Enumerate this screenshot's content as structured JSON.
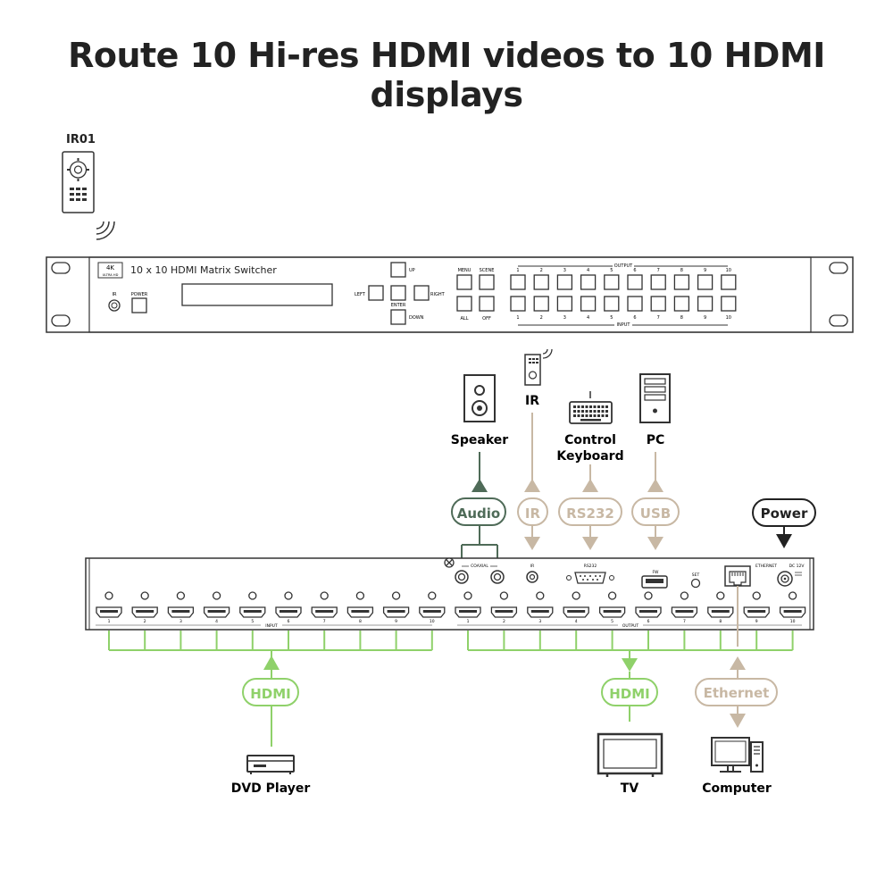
{
  "title": "Route 10 Hi-res HDMI videos to 10 HDMI displays",
  "remote": {
    "label": "IR01"
  },
  "front_panel": {
    "logo_4k": "4K",
    "logo_sub": "ULTRA HD",
    "model_name": "10 x 10 HDMI Matrix Switcher",
    "ir_label": "IR",
    "power_label": "POWER",
    "nav": {
      "up": "UP",
      "down": "DOWN",
      "left": "LEFT",
      "right": "RIGHT",
      "enter": "ENTER"
    },
    "menu_label": "MENU",
    "scene_label": "SCENE",
    "all_label": "ALL",
    "off_label": "OFF",
    "output_label": "OUTPUT",
    "input_label": "INPUT",
    "channel_numbers": [
      "1",
      "2",
      "3",
      "4",
      "5",
      "6",
      "7",
      "8",
      "9",
      "10"
    ]
  },
  "devices": {
    "speaker": "Speaker",
    "ir": "IR",
    "keyboard_line1": "Control",
    "keyboard_line2": "Keyboard",
    "pc": "PC",
    "power": "Power",
    "dvd": "DVD Player",
    "tv": "TV",
    "computer": "Computer"
  },
  "connections": {
    "audio": "Audio",
    "ir": "IR",
    "rs232": "RS232",
    "usb": "USB",
    "hdmi_in": "HDMI",
    "hdmi_out": "HDMI",
    "ethernet": "Ethernet"
  },
  "rear_panel": {
    "coaxial": "COAXIAL",
    "ir": "IR",
    "rs232": "RS232",
    "fw": "FW",
    "set": "SET",
    "ethernet": "ETHERNET",
    "dc": "DC 12V",
    "input_label": "INPUT",
    "output_label": "OUTPUT",
    "port_numbers": [
      "1",
      "2",
      "3",
      "4",
      "5",
      "6",
      "7",
      "8",
      "9",
      "10"
    ]
  },
  "colors": {
    "green": "#8fd16a",
    "dark_green": "#4f6b58",
    "beige": "#c8b8a4",
    "black": "#222222"
  }
}
